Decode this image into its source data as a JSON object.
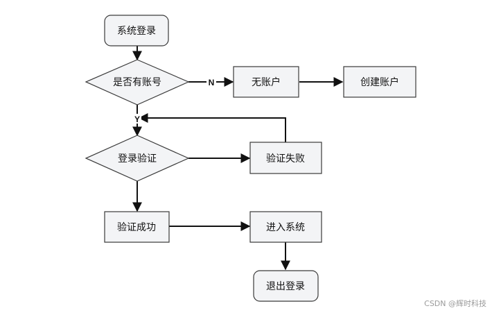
{
  "nodes": {
    "start": "系统登录",
    "has_account": "是否有账号",
    "no_account": "无账户",
    "create_account": "创建账户",
    "verify": "登录验证",
    "verify_failed": "验证失败",
    "verify_success": "验证成功",
    "enter_system": "进入系统",
    "logout": "退出登录"
  },
  "edge_labels": {
    "no": "N",
    "yes": "Y"
  },
  "watermark": "CSDN @辉时科技"
}
